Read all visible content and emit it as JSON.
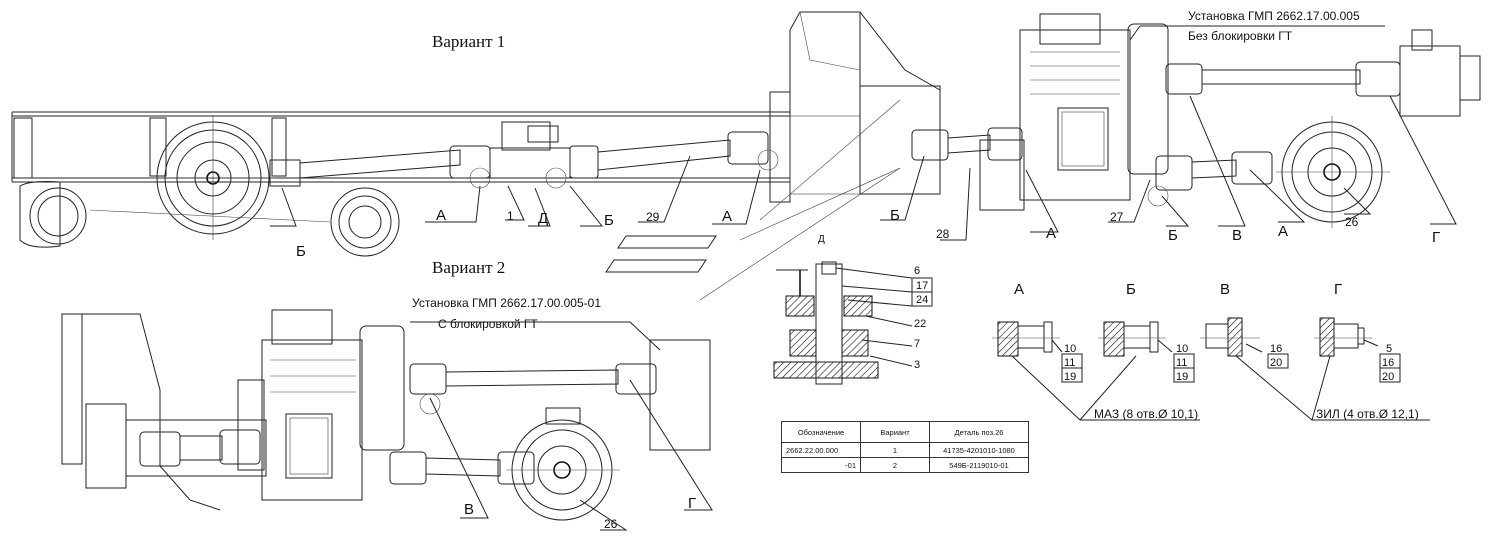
{
  "variant1": {
    "title": "Вариант 1",
    "install_name": "Установка ГМП 2662.17.00.005",
    "install_note": "Без блокировки ГТ",
    "callouts": [
      "А",
      "1",
      "Д",
      "Б",
      "29",
      "А",
      "Б",
      "28",
      "А",
      "27",
      "Б",
      "В",
      "А",
      "26",
      "Г",
      "Б"
    ]
  },
  "variant2": {
    "title": "Вариант 2",
    "install_name": "Установка ГМП 2662.17.00.005-01",
    "install_note": "С блокировкой ГТ",
    "callouts": [
      "В",
      "26",
      "Г"
    ]
  },
  "detail_d": {
    "label": "Д",
    "positions": [
      "6",
      "17",
      "24",
      "22",
      "7",
      "3"
    ]
  },
  "views": [
    {
      "label": "А",
      "positions": [
        "10",
        "11",
        "19"
      ]
    },
    {
      "label": "Б",
      "positions": [
        "10",
        "11",
        "19"
      ]
    },
    {
      "label": "В",
      "positions": [
        "16",
        "20"
      ]
    },
    {
      "label": "Г",
      "positions": [
        "5",
        "16",
        "20"
      ]
    }
  ],
  "notes": {
    "maz": "МАЗ (8 отв.Ø 10,1)",
    "zil": "ЗИЛ (4 отв.Ø 12,1)"
  },
  "table": {
    "headers": [
      "Обозначение",
      "Вариант",
      "Деталь поз.26"
    ],
    "rows": [
      [
        "2662.22.00.000",
        "1",
        "41735-4201010-1080"
      ],
      [
        "-01",
        "2",
        "549Б-2119010-01"
      ]
    ]
  }
}
